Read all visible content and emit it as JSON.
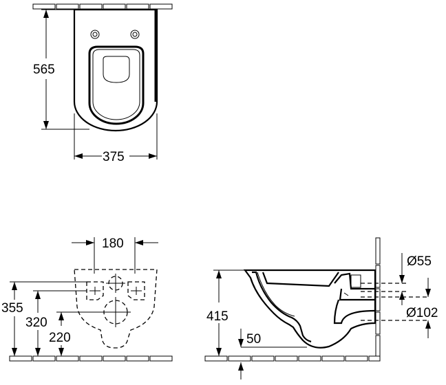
{
  "top_view": {
    "depth_label": "565",
    "width_label": "375"
  },
  "front_view": {
    "width_label": "180",
    "height_label_1": "355",
    "height_label_2": "320",
    "height_label_3": "220"
  },
  "side_view": {
    "height_label": "415",
    "floor_offset_label": "50",
    "pipe_diameter_small_label": "Ø55",
    "pipe_diameter_large_label": "Ø102"
  },
  "colors": {
    "line": "#000000",
    "background": "#ffffff"
  }
}
